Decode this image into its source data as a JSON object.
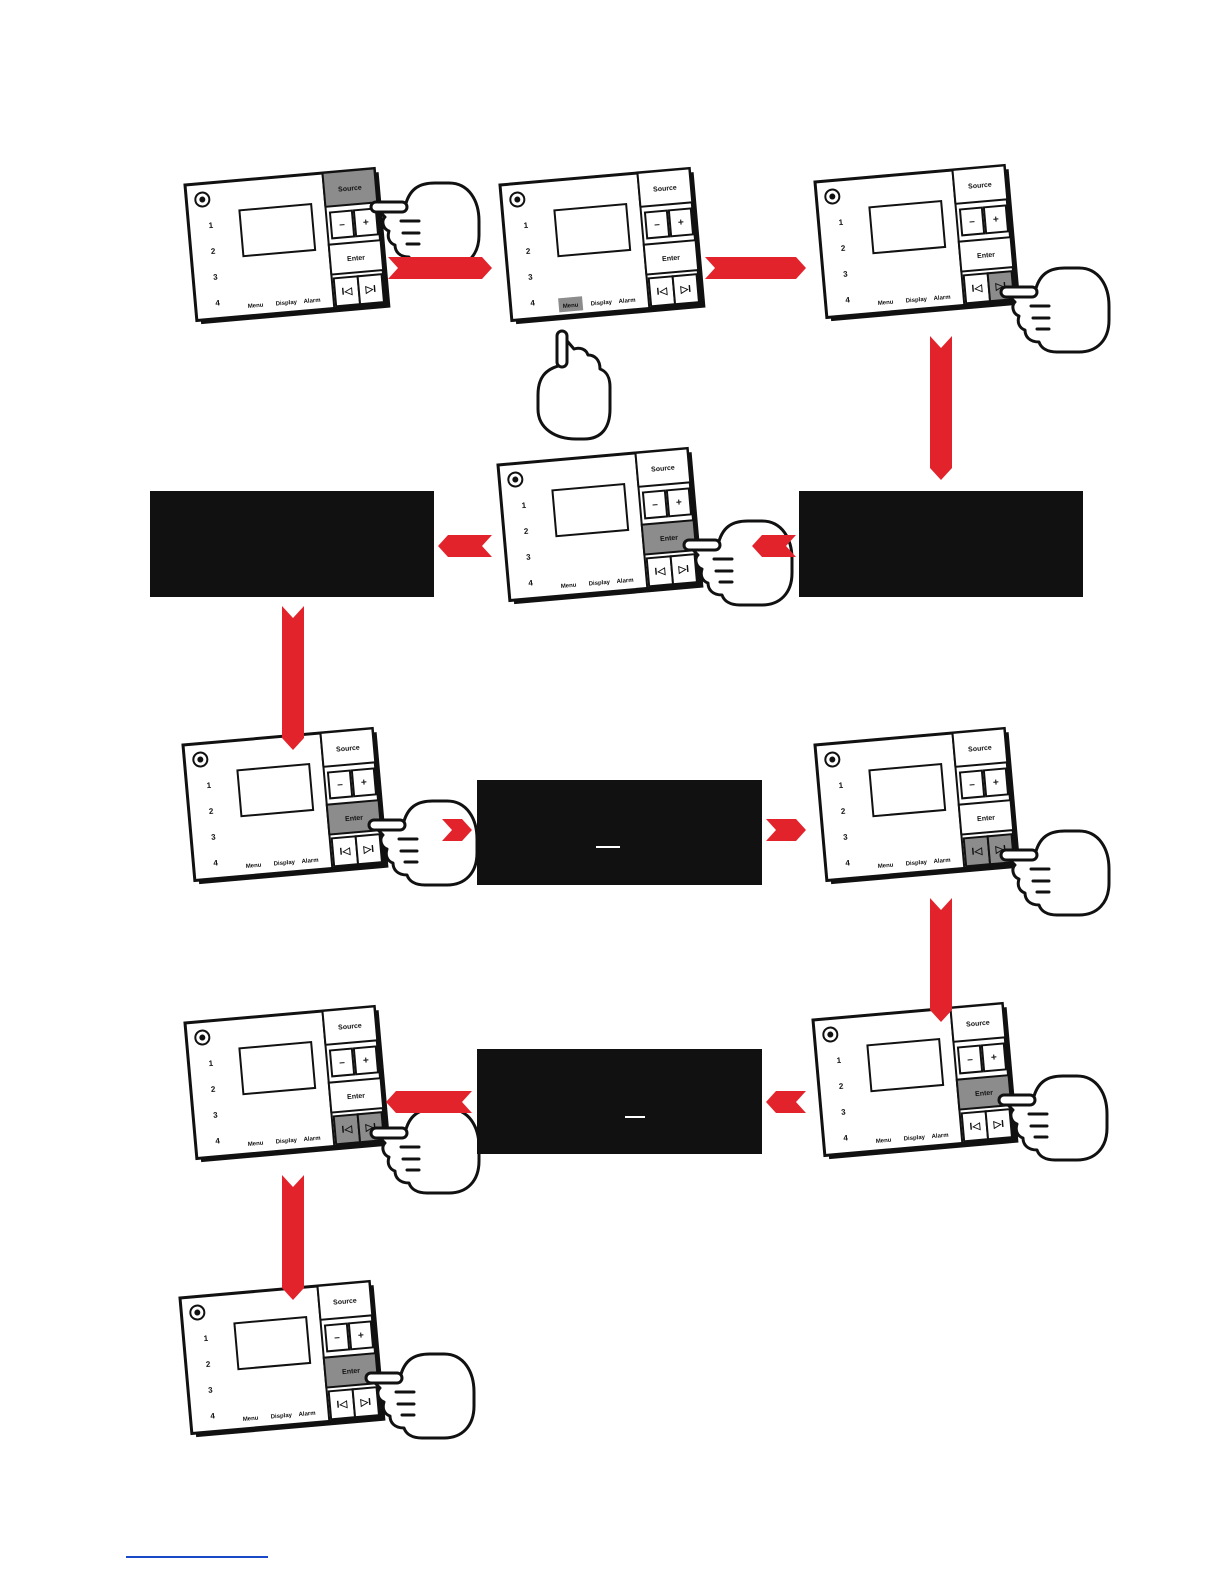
{
  "panel_labels": {
    "source": "Source",
    "minus": "–",
    "plus": "+",
    "enter": "Enter",
    "prev": "I◁",
    "next": "▷I",
    "menu": "Menu",
    "display": "Display",
    "alarm": "Alarm",
    "presets": [
      "1",
      "2",
      "3",
      "4"
    ]
  },
  "steps": [
    {
      "id": 1,
      "highlight": "source",
      "hand": "source"
    },
    {
      "id": 2,
      "highlight": "menu",
      "hand": "menu"
    },
    {
      "id": 3,
      "highlight": "next",
      "hand": "next"
    },
    {
      "id": 4,
      "highlight": "enter",
      "hand": "enter"
    },
    {
      "id": 5,
      "highlight": "enter",
      "hand": "enter"
    },
    {
      "id": 6,
      "highlight": "prev-next",
      "hand": "next"
    },
    {
      "id": 7,
      "highlight": "enter",
      "hand": "enter"
    },
    {
      "id": 8,
      "highlight": "prev-next",
      "hand": "next"
    },
    {
      "id": 9,
      "highlight": "enter",
      "hand": "enter"
    }
  ],
  "colors": {
    "arrow": "#e3232b",
    "highlight": "#8c8c8c",
    "box": "#111111",
    "link": "#1a49c8"
  }
}
